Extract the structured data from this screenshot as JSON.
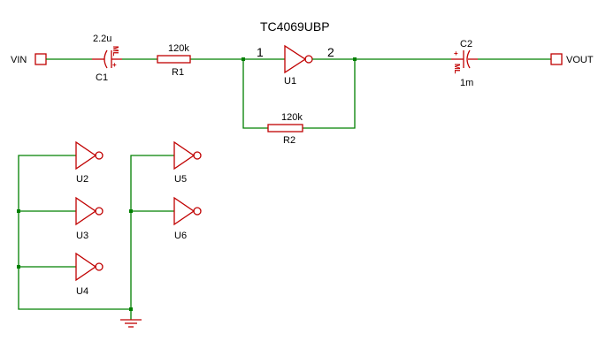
{
  "title": "TC4069UBP",
  "ports": {
    "input": "VIN",
    "output": "VOUT"
  },
  "components": {
    "C1": {
      "ref": "C1",
      "value": "2.2u",
      "polarity": "+",
      "mark": "ML"
    },
    "C2": {
      "ref": "C2",
      "value": "1m",
      "polarity": "+",
      "mark": "ML"
    },
    "R1": {
      "ref": "R1",
      "value": "120k"
    },
    "R2": {
      "ref": "R2",
      "value": "120k"
    },
    "U1": {
      "ref": "U1",
      "pin_in": "1",
      "pin_out": "2"
    },
    "U2": {
      "ref": "U2"
    },
    "U3": {
      "ref": "U3"
    },
    "U4": {
      "ref": "U4"
    },
    "U5": {
      "ref": "U5"
    },
    "U6": {
      "ref": "U6"
    }
  },
  "colors": {
    "wire": "#008000",
    "component": "#c00000",
    "text": "#000000"
  }
}
